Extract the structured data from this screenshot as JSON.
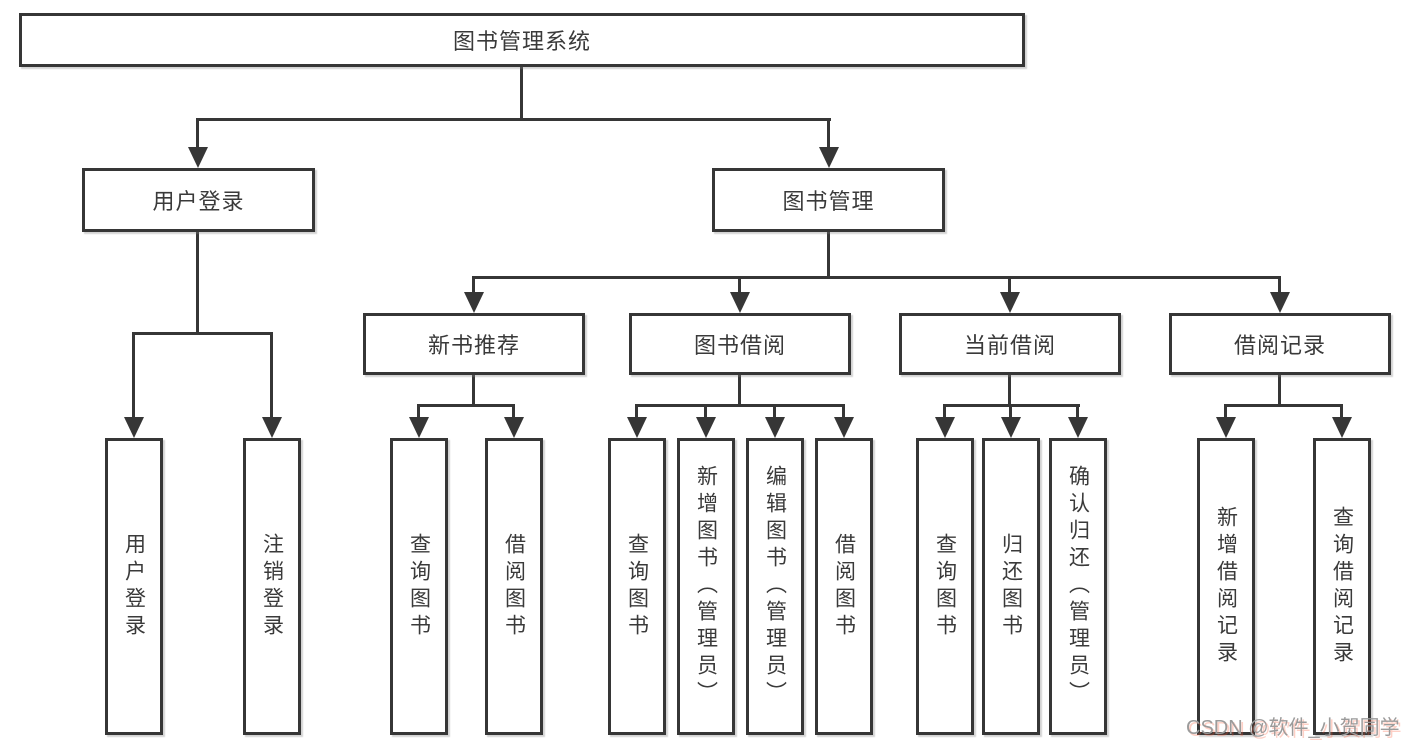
{
  "diagram": {
    "title_node": {
      "label": "图书管理系统"
    },
    "level2": [
      {
        "label": "用户登录"
      },
      {
        "label": "图书管理"
      }
    ],
    "level3": [
      {
        "label": "新书推荐"
      },
      {
        "label": "图书借阅"
      },
      {
        "label": "当前借阅"
      },
      {
        "label": "借阅记录"
      }
    ],
    "leaves": [
      {
        "label": "用户登录"
      },
      {
        "label": "注销登录"
      },
      {
        "label": "查询图书"
      },
      {
        "label": "借阅图书"
      },
      {
        "label": "查询图书"
      },
      {
        "label": "新增图书（管理员）"
      },
      {
        "label": "编辑图书（管理员）"
      },
      {
        "label": "借阅图书"
      },
      {
        "label": "查询图书"
      },
      {
        "label": "归还图书"
      },
      {
        "label": "确认归还（管理员）"
      },
      {
        "label": "新增借阅记录"
      },
      {
        "label": "查询借阅记录"
      }
    ],
    "colors": {
      "line": "#363636",
      "text": "#3a3a3a",
      "background": "#ffffff",
      "watermark_text": "#9b9b9b",
      "watermark_accent": "#fc5531"
    }
  },
  "watermark": {
    "text": "CSDN @软件_小贺同学"
  }
}
